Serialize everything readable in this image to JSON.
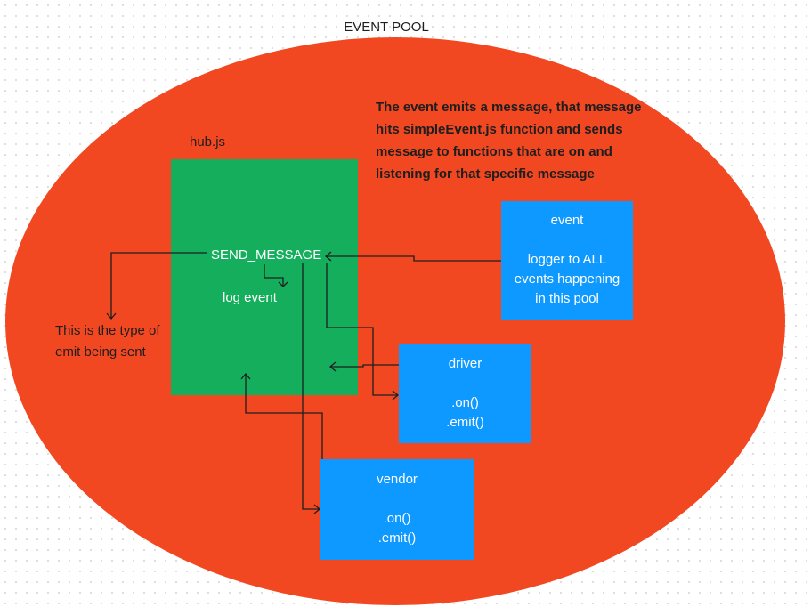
{
  "title": "EVENT POOL",
  "note": "The event emits a message, that message hits simpleEvent.js function and sends message to functions that are on and listening for that specific message",
  "hub": {
    "label": "hub.js",
    "event_name": "SEND_MESSAGE",
    "log_text": "log event"
  },
  "type_note": "This is the type of emit being sent",
  "event_box": {
    "title": "event",
    "lines": [
      "logger to ALL",
      "events happening",
      "in this pool"
    ]
  },
  "driver_box": {
    "title": "driver",
    "lines": [
      ".on()",
      ".emit()"
    ]
  },
  "vendor_box": {
    "title": "vendor",
    "lines": [
      ".on()",
      ".emit()"
    ]
  },
  "colors": {
    "pool": "#f24822",
    "hub": "#14ae5c",
    "module": "#0d99ff",
    "connector": "#1e1e1e"
  }
}
